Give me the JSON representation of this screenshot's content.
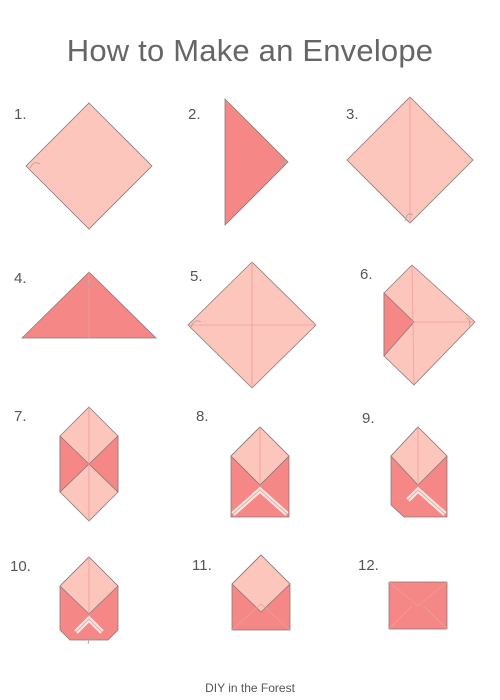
{
  "title": "How to Make an Envelope",
  "steps": [
    {
      "label": "1."
    },
    {
      "label": "2."
    },
    {
      "label": "3."
    },
    {
      "label": "4."
    },
    {
      "label": "5."
    },
    {
      "label": "6."
    },
    {
      "label": "7."
    },
    {
      "label": "8."
    },
    {
      "label": "9."
    },
    {
      "label": "10."
    },
    {
      "label": "11."
    },
    {
      "label": "12."
    }
  ],
  "footer": "DIY in the Forest",
  "colors": {
    "paper_light": "#fcc6bd",
    "paper_dark": "#f58787",
    "crease": "#ee9f9a",
    "outline": "#8a7a78",
    "arrow": "#b8a09c"
  }
}
